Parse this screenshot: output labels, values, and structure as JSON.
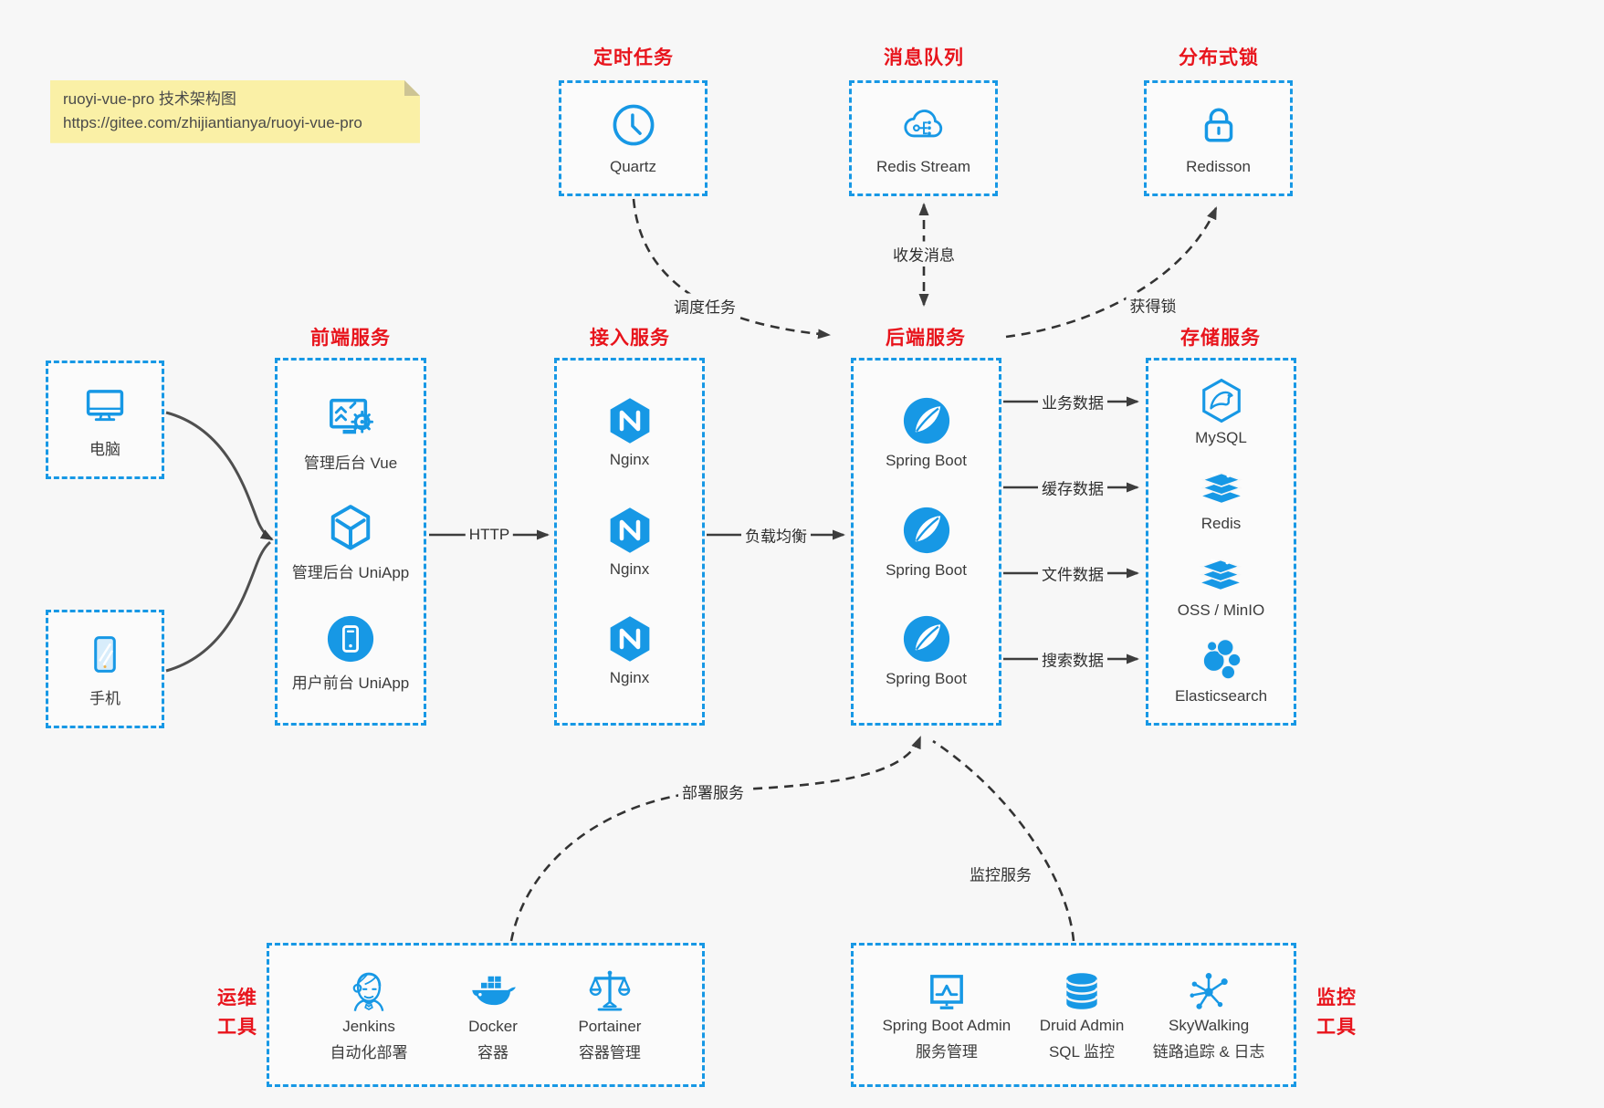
{
  "note": {
    "title": "ruoyi-vue-pro 技术架构图",
    "url": "https://gitee.com/zhijiantianya/ruoyi-vue-pro"
  },
  "top_groups": [
    {
      "title": "定时任务",
      "item": {
        "icon": "clock-icon",
        "label": "Quartz"
      }
    },
    {
      "title": "消息队列",
      "item": {
        "icon": "cloud-network-icon",
        "label": "Redis Stream"
      }
    },
    {
      "title": "分布式锁",
      "item": {
        "icon": "lock-icon",
        "label": "Redisson"
      }
    }
  ],
  "clients": [
    {
      "icon": "desktop-icon",
      "label": "电脑"
    },
    {
      "icon": "phone-icon",
      "label": "手机"
    }
  ],
  "columns": [
    {
      "title": "前端服务",
      "items": [
        {
          "icon": "screen-gear-icon",
          "label": "管理后台 Vue"
        },
        {
          "icon": "cube-icon",
          "label": "管理后台 UniApp"
        },
        {
          "icon": "mobile-app-icon",
          "label": "用户前台 UniApp"
        }
      ]
    },
    {
      "title": "接入服务",
      "items": [
        {
          "icon": "nginx-icon",
          "label": "Nginx"
        },
        {
          "icon": "nginx-icon",
          "label": "Nginx"
        },
        {
          "icon": "nginx-icon",
          "label": "Nginx"
        }
      ]
    },
    {
      "title": "后端服务",
      "items": [
        {
          "icon": "spring-icon",
          "label": "Spring Boot"
        },
        {
          "icon": "spring-icon",
          "label": "Spring Boot"
        },
        {
          "icon": "spring-icon",
          "label": "Spring Boot"
        }
      ]
    },
    {
      "title": "存储服务",
      "items": [
        {
          "icon": "mysql-icon",
          "label": "MySQL"
        },
        {
          "icon": "redis-icon",
          "label": "Redis"
        },
        {
          "icon": "redis-icon",
          "label": "OSS / MinIO"
        },
        {
          "icon": "elasticsearch-icon",
          "label": "Elasticsearch"
        }
      ]
    }
  ],
  "edges": {
    "http": "HTTP",
    "load_balance": "负载均衡",
    "schedule": "调度任务",
    "message": "收发消息",
    "acquire_lock": "获得锁",
    "business_data": "业务数据",
    "cache_data": "缓存数据",
    "file_data": "文件数据",
    "search_data": "搜索数据",
    "deploy": "部署服务",
    "monitor": "监控服务"
  },
  "bottom_groups": [
    {
      "title_line1": "运维",
      "title_line2": "工具",
      "items": [
        {
          "icon": "jenkins-icon",
          "label": "Jenkins",
          "sublabel": "自动化部署"
        },
        {
          "icon": "docker-icon",
          "label": "Docker",
          "sublabel": "容器"
        },
        {
          "icon": "portainer-icon",
          "label": "Portainer",
          "sublabel": "容器管理"
        }
      ]
    },
    {
      "title_line1": "监控",
      "title_line2": "工具",
      "items": [
        {
          "icon": "monitor-pulse-icon",
          "label": "Spring Boot Admin",
          "sublabel": "服务管理"
        },
        {
          "icon": "database-icon",
          "label": "Druid Admin",
          "sublabel": "SQL 监控"
        },
        {
          "icon": "network-nodes-icon",
          "label": "SkyWalking",
          "sublabel": "链路追踪 & 日志"
        }
      ]
    }
  ],
  "colors": {
    "accent": "#1798e5",
    "title_red": "#e8141c",
    "wire_dark": "#3d3d3d",
    "note_bg": "#faf0a6",
    "canvas_bg": "#f7f7f7"
  }
}
